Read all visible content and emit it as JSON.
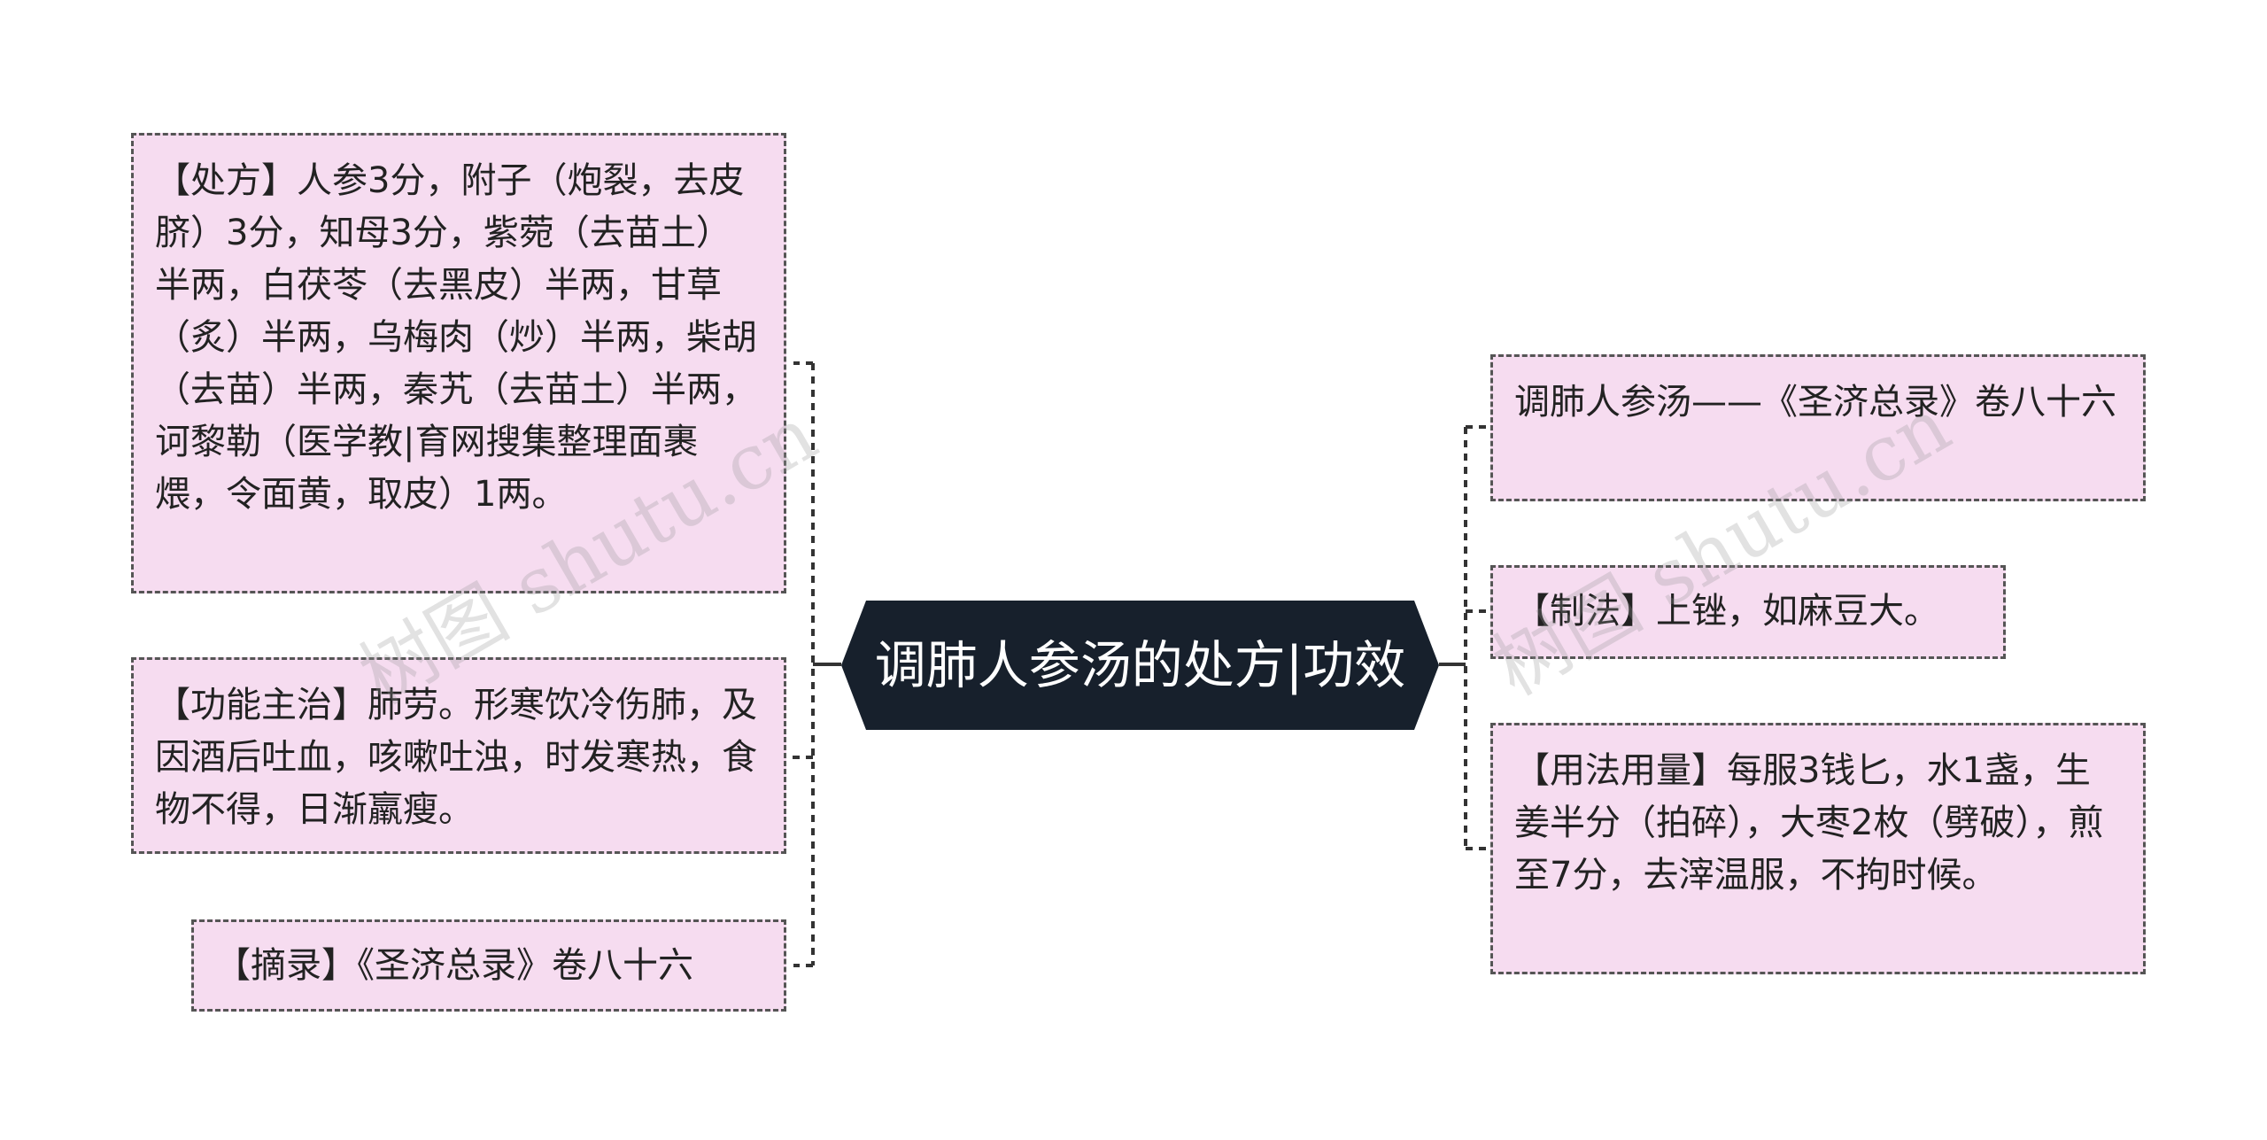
{
  "center": {
    "title": "调肺人参汤的处方|功效"
  },
  "left_nodes": [
    {
      "id": "prescription",
      "text": "【处方】人参3分，附子（炮裂，去皮脐）3分，知母3分，紫菀（去苗土）半两，白茯苓（去黑皮）半两，甘草（炙）半两，乌梅肉（炒）半两，柴胡（去苗）半两，秦艽（去苗土）半两，诃黎勒（医学教|育网搜集整理面裹煨，令面黄，取皮）1两。"
    },
    {
      "id": "indications",
      "text": "【功能主治】肺劳。形寒饮冷伤肺，及因酒后吐血，咳嗽吐浊，时发寒热，食物不得，日渐羸瘦。"
    },
    {
      "id": "excerpt",
      "text": "【摘录】《圣济总录》卷八十六"
    }
  ],
  "right_nodes": [
    {
      "id": "source",
      "text": "调肺人参汤——《圣济总录》卷八十六"
    },
    {
      "id": "preparation",
      "text": "【制法】上锉，如麻豆大。"
    },
    {
      "id": "usage",
      "text": "【用法用量】每服3钱匕，水1盏，生姜半分（拍碎），大枣2枚（劈破），煎至7分，去滓温服，不拘时候。"
    }
  ],
  "watermarks": [
    "树图 shutu.cn",
    "树图 shutu.cn"
  ],
  "colors": {
    "node_fill": "#f6dcf0",
    "node_border": "#555555",
    "center_fill": "#17202c",
    "connector": "#333333"
  }
}
